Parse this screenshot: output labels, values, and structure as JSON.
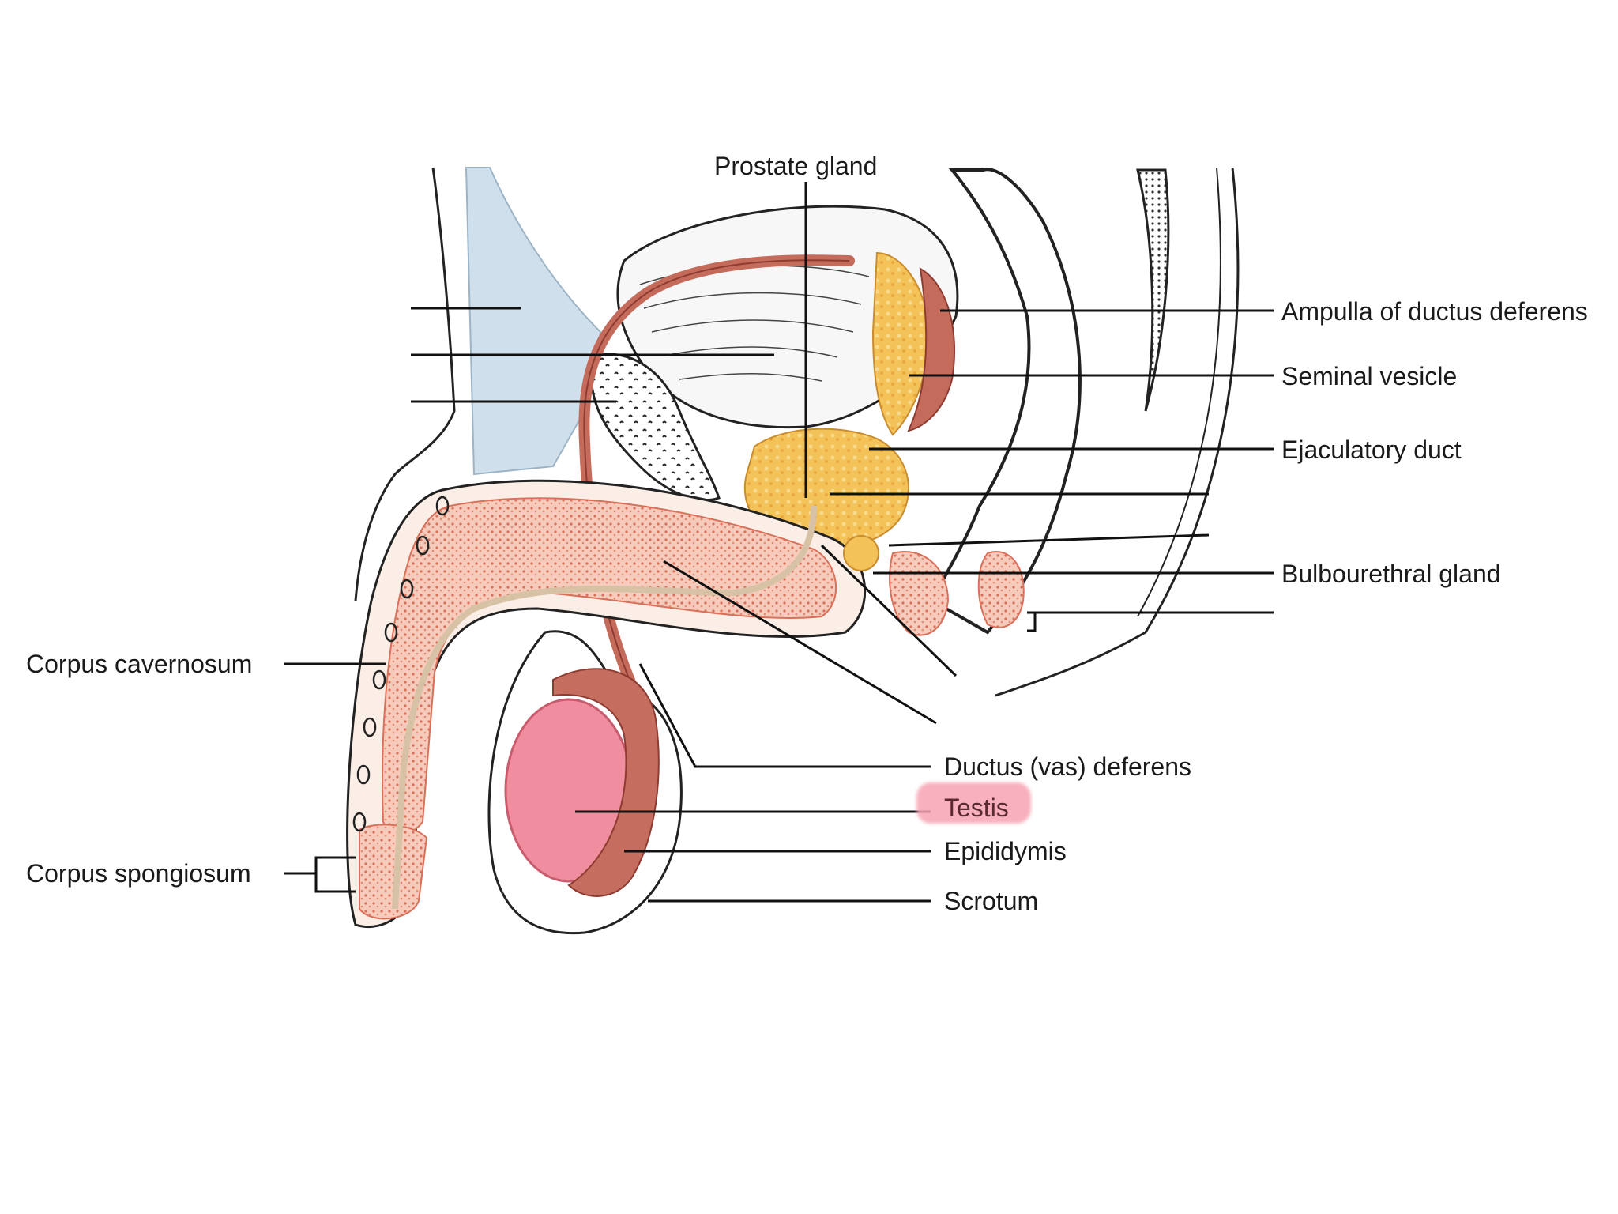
{
  "labels": {
    "prostate_gland": "Prostate gland",
    "ampulla": "Ampulla of ductus deferens",
    "seminal_vesicle": "Seminal vesicle",
    "ejaculatory_duct": "Ejaculatory duct",
    "bulbourethral_gland": "Bulbourethral gland",
    "corpus_cavernosum": "Corpus cavernosum",
    "corpus_spongiosum": "Corpus spongiosum",
    "ductus_deferens": "Ductus (vas) deferens",
    "testis": "Testis",
    "epididymis": "Epididymis",
    "scrotum": "Scrotum"
  },
  "highlight": {
    "label": "testis",
    "color": "#f7a3b3"
  },
  "colors": {
    "vas": "#c46b5c",
    "erectile_tissue": "#f2b8a6",
    "erectile_dots": "#d9705a",
    "gland_yellow": "#f3c35a",
    "testis": "#f08ea0",
    "epididymis": "#c56d5f",
    "ligament": "#cfe0ec",
    "bone": "#ffffff"
  }
}
